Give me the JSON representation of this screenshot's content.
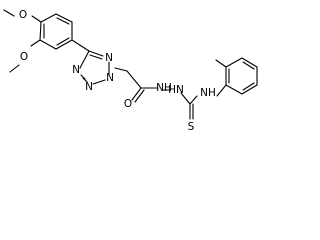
{
  "molecule": {
    "labels": {
      "o_methoxy_1": "O",
      "o_methoxy_2": "O",
      "n_tz_top": "N",
      "n_tz_left1": "N",
      "n_tz_left2": "N",
      "n_tz_right": "N",
      "o_carbonyl": "O",
      "nh_hydrazide": "NH",
      "hn_hydrazide": "HN",
      "nh_thiourea": "NH",
      "s_thione": "S"
    }
  }
}
